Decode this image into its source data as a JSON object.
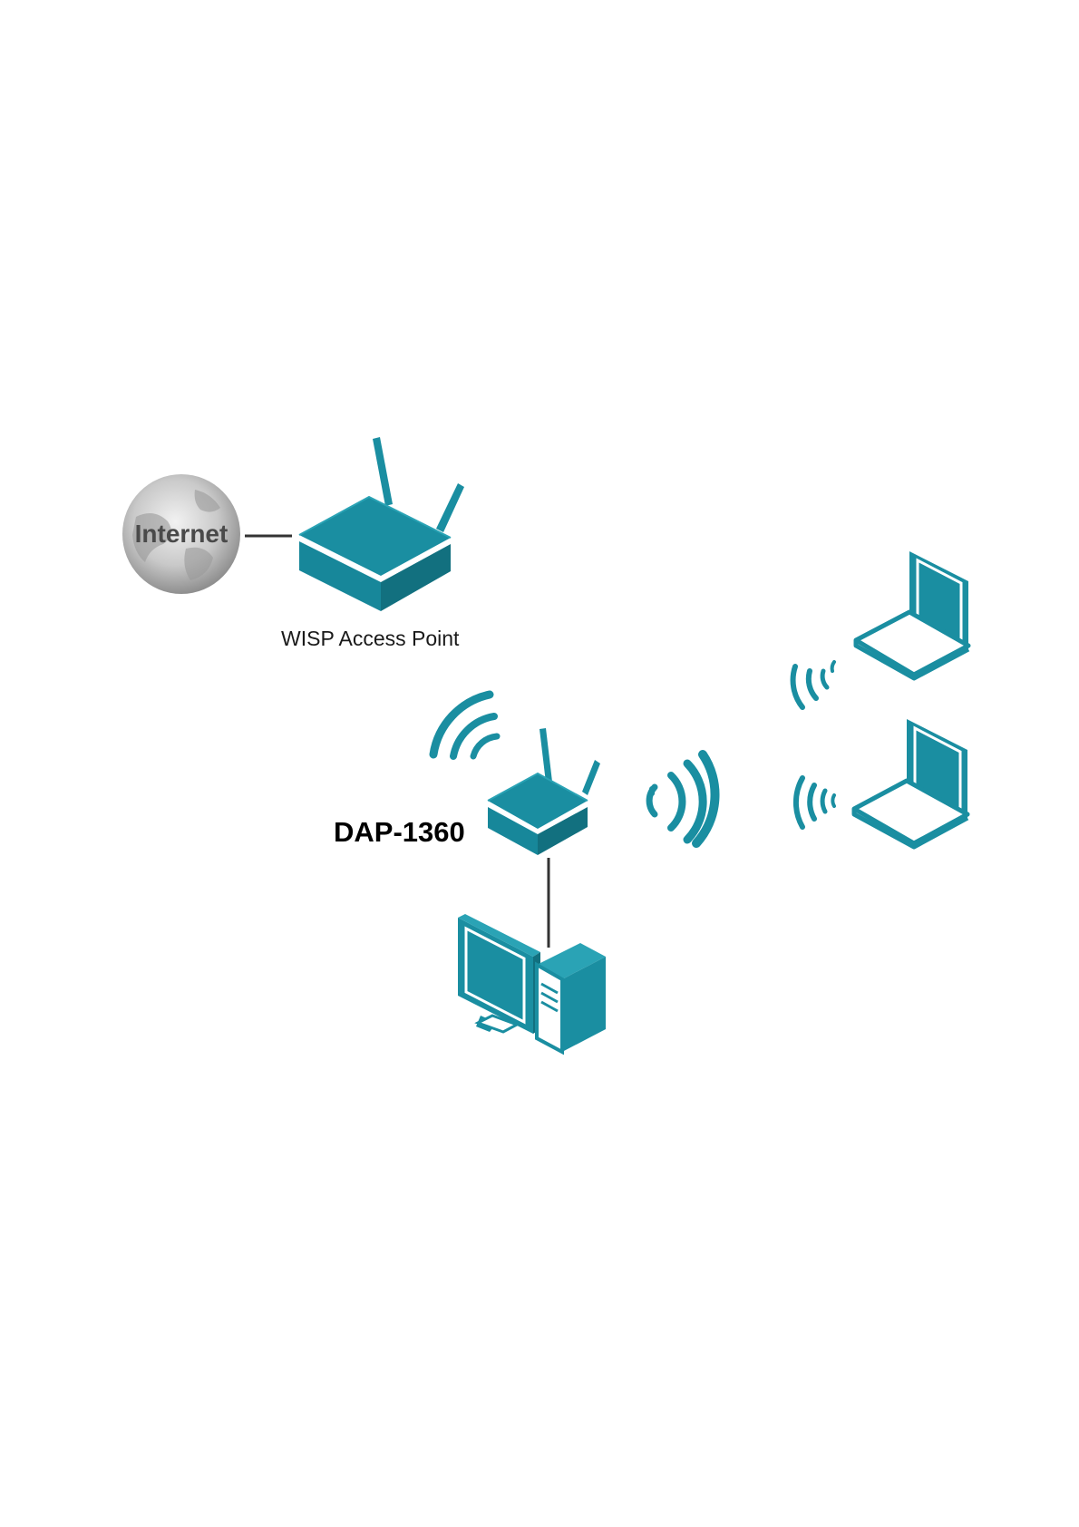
{
  "labels": {
    "internet": "Internet",
    "wisp": "WISP Access Point",
    "dap": "DAP-1360"
  },
  "colors": {
    "device": "#1a8ea1",
    "device_dark": "#12707f",
    "device_light": "#2aa3b5",
    "line": "#333333",
    "globe": "#b8b8b8"
  },
  "icons": [
    "globe-icon",
    "router-icon",
    "laptop-icon",
    "desktop-computer-icon",
    "wifi-signal-icon"
  ]
}
